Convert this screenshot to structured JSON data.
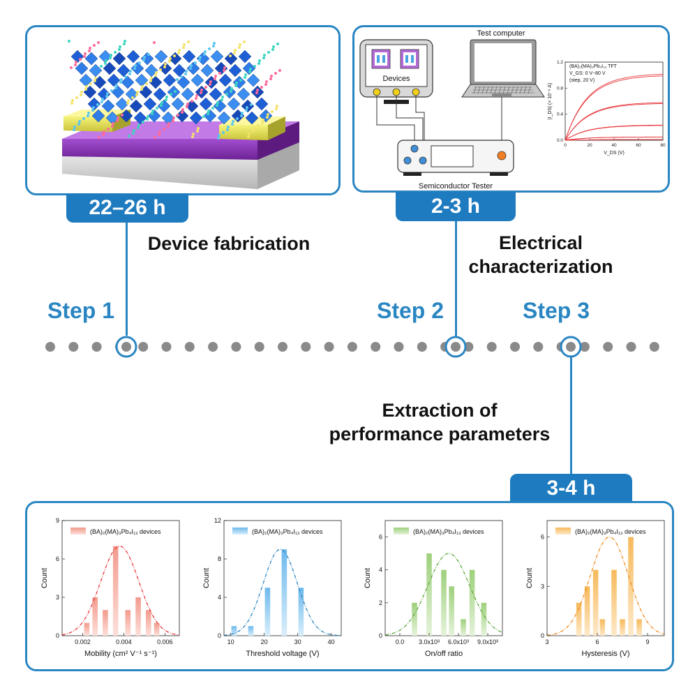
{
  "steps": [
    {
      "label": "Step 1",
      "duration": "22–26 h",
      "title": "Device fabrication"
    },
    {
      "label": "Step 2",
      "duration": "2-3 h",
      "title_line1": "Electrical",
      "title_line2": "characterization"
    },
    {
      "label": "Step 3",
      "duration": "3-4 h",
      "title_line1": "Extraction of",
      "title_line2": "performance parameters"
    }
  ],
  "setup": {
    "devices_label": "Devices",
    "computer_label": "Test computer",
    "tester_label": "Semiconductor Tester",
    "iv_plot": {
      "title": "(BA)₂(MA)₃Pb₄I₁₃ TFT",
      "vgs_text": "V_GS: 0 V~80 V",
      "step_text": "(step, 20 V)",
      "ylabel": "|I_DS| (× 10⁻⁶ A)",
      "xlabel": "V_DS (V)",
      "xticks": [
        "0",
        "20",
        "40",
        "60",
        "80"
      ],
      "yticks": [
        "0.0",
        "0.4",
        "0.8",
        "1.2"
      ],
      "saturation": [
        1.0,
        0.57,
        0.23,
        0.05,
        0.01
      ]
    }
  },
  "colors": {
    "accent": "#1f7bbf",
    "line": "#2a86c2",
    "dot": "#8a8a8a",
    "iv_curve": "#e8383d"
  },
  "chart_data": [
    {
      "type": "bar",
      "legend": "(BA)₂(MA)₃Pb₄I₁₃ devices",
      "xlabel": "Mobility (cm² V⁻¹ s⁻¹)",
      "ylabel": "Count",
      "x": [
        0.0022,
        0.0026,
        0.0031,
        0.0036,
        0.0042,
        0.0047,
        0.0052,
        0.0056
      ],
      "values": [
        1,
        3,
        2,
        7,
        2,
        3,
        2,
        1
      ],
      "xlim": [
        0.001,
        0.0067
      ],
      "ylim": [
        0,
        9
      ],
      "xticks": [
        "0.002",
        "0.004",
        "0.006"
      ],
      "xtick_vals": [
        0.002,
        0.004,
        0.006
      ],
      "yticks": [
        "0",
        "3",
        "6",
        "9"
      ],
      "ytick_vals": [
        0,
        3,
        6,
        9
      ],
      "fit_color": "#e8383d",
      "bar_top": "#f29a8c",
      "bar_bottom": "#fde0da"
    },
    {
      "type": "bar",
      "legend": "(BA)₂(MA)₃Pb₄I₁₃ devices",
      "xlabel": "Threshold voltage (V)",
      "ylabel": "Count",
      "x": [
        11,
        16,
        21,
        26,
        31
      ],
      "values": [
        1,
        1,
        5,
        9,
        5
      ],
      "xlim": [
        8,
        43
      ],
      "ylim": [
        0,
        12
      ],
      "xticks": [
        "10",
        "20",
        "30",
        "40"
      ],
      "xtick_vals": [
        10,
        20,
        30,
        40
      ],
      "yticks": [
        "0",
        "4",
        "8",
        "12"
      ],
      "ytick_vals": [
        0,
        4,
        8,
        12
      ],
      "fit_color": "#2a86c2",
      "bar_top": "#6db9ec",
      "bar_bottom": "#d9eefb"
    },
    {
      "type": "bar",
      "legend": "(BA)₂(MA)₃Pb₄I₁₃ devices",
      "xlabel": "On/off ratio",
      "ylabel": "Count",
      "x": [
        1500,
        3000,
        4500,
        5300,
        6500,
        7400,
        8600
      ],
      "values": [
        2,
        5,
        4,
        3,
        1,
        4,
        2
      ],
      "xlim": [
        -1500,
        10500
      ],
      "ylim": [
        0,
        7
      ],
      "xticks": [
        "0.0",
        "3.0x10³",
        "6.0x10³",
        "9.0x10³"
      ],
      "xtick_vals": [
        0,
        3000,
        6000,
        9000
      ],
      "yticks": [
        "0",
        "2",
        "4",
        "6"
      ],
      "ytick_vals": [
        0,
        2,
        4,
        6
      ],
      "fit_color": "#5fa83a",
      "bar_top": "#9ed07c",
      "bar_bottom": "#e5f3da"
    },
    {
      "type": "bar",
      "legend": "(BA)₂(MA)₃Pb₄I₁₃ devices",
      "xlabel": "Hysteresis (V)",
      "ylabel": "Count",
      "x": [
        4.9,
        5.4,
        5.9,
        6.3,
        7.0,
        7.5,
        8.0,
        8.5
      ],
      "values": [
        2,
        3,
        4,
        1,
        4,
        1,
        6,
        1
      ],
      "xlim": [
        3,
        10
      ],
      "ylim": [
        0,
        7
      ],
      "xticks": [
        "3",
        "6",
        "9"
      ],
      "xtick_vals": [
        3,
        6,
        9
      ],
      "yticks": [
        "0",
        "3",
        "6"
      ],
      "ytick_vals": [
        0,
        3,
        6
      ],
      "fit_color": "#f08a1c",
      "bar_top": "#f7b95b",
      "bar_bottom": "#fde9c9"
    }
  ]
}
